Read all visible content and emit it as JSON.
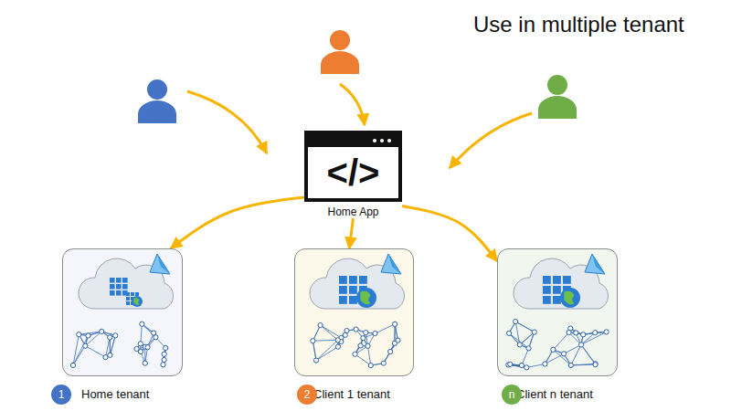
{
  "diagram": {
    "title": "Use in multiple tenant",
    "nodes": [
      {
        "text": [
          "</>",
          "Home App"
        ]
      },
      {
        "text": [
          "Home tenant"
        ]
      },
      {
        "text": [
          "Client 1 tenant"
        ]
      },
      {
        "text": [
          "Client n tenant"
        ]
      },
      {
        "text": [
          "1"
        ]
      },
      {
        "text": [
          "2"
        ]
      },
      {
        "text": [
          "n"
        ]
      }
    ],
    "edges": [
      {
        "from": 0,
        "to": 1,
        "arrow": "to"
      },
      {
        "from": 0,
        "to": 2,
        "arrow": "to"
      },
      {
        "from": 0,
        "to": 3,
        "arrow": "to"
      }
    ]
  }
}
